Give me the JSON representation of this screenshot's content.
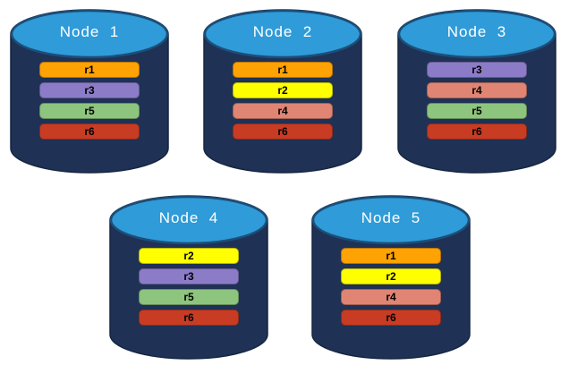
{
  "diagram": {
    "description": "Five database node cylinders showing replica placement",
    "colors": {
      "canvas_background": "#FFFFFF",
      "cylinder_body": "#1F3154",
      "cylinder_outline": "#152642",
      "cylinder_top": "#2F9BD8",
      "cylinder_top_outline": "#1C4E79",
      "title_text": "#FFFFFF",
      "bar_text": "#000000"
    },
    "replica_colors": {
      "r1": "#FFA203",
      "r2": "#FFFF00",
      "r3": "#8C7CC8",
      "r4": "#E08573",
      "r5": "#8EC57E",
      "r6": "#C83C24"
    },
    "nodes": [
      {
        "label": "Node  1",
        "replicas": [
          "r1",
          "r3",
          "r5",
          "r6"
        ]
      },
      {
        "label": "Node  2",
        "replicas": [
          "r1",
          "r2",
          "r4",
          "r6"
        ]
      },
      {
        "label": "Node  3",
        "replicas": [
          "r3",
          "r4",
          "r5",
          "r6"
        ]
      },
      {
        "label": "Node  4",
        "replicas": [
          "r2",
          "r3",
          "r5",
          "r6"
        ]
      },
      {
        "label": "Node  5",
        "replicas": [
          "r1",
          "r2",
          "r4",
          "r6"
        ]
      }
    ]
  }
}
